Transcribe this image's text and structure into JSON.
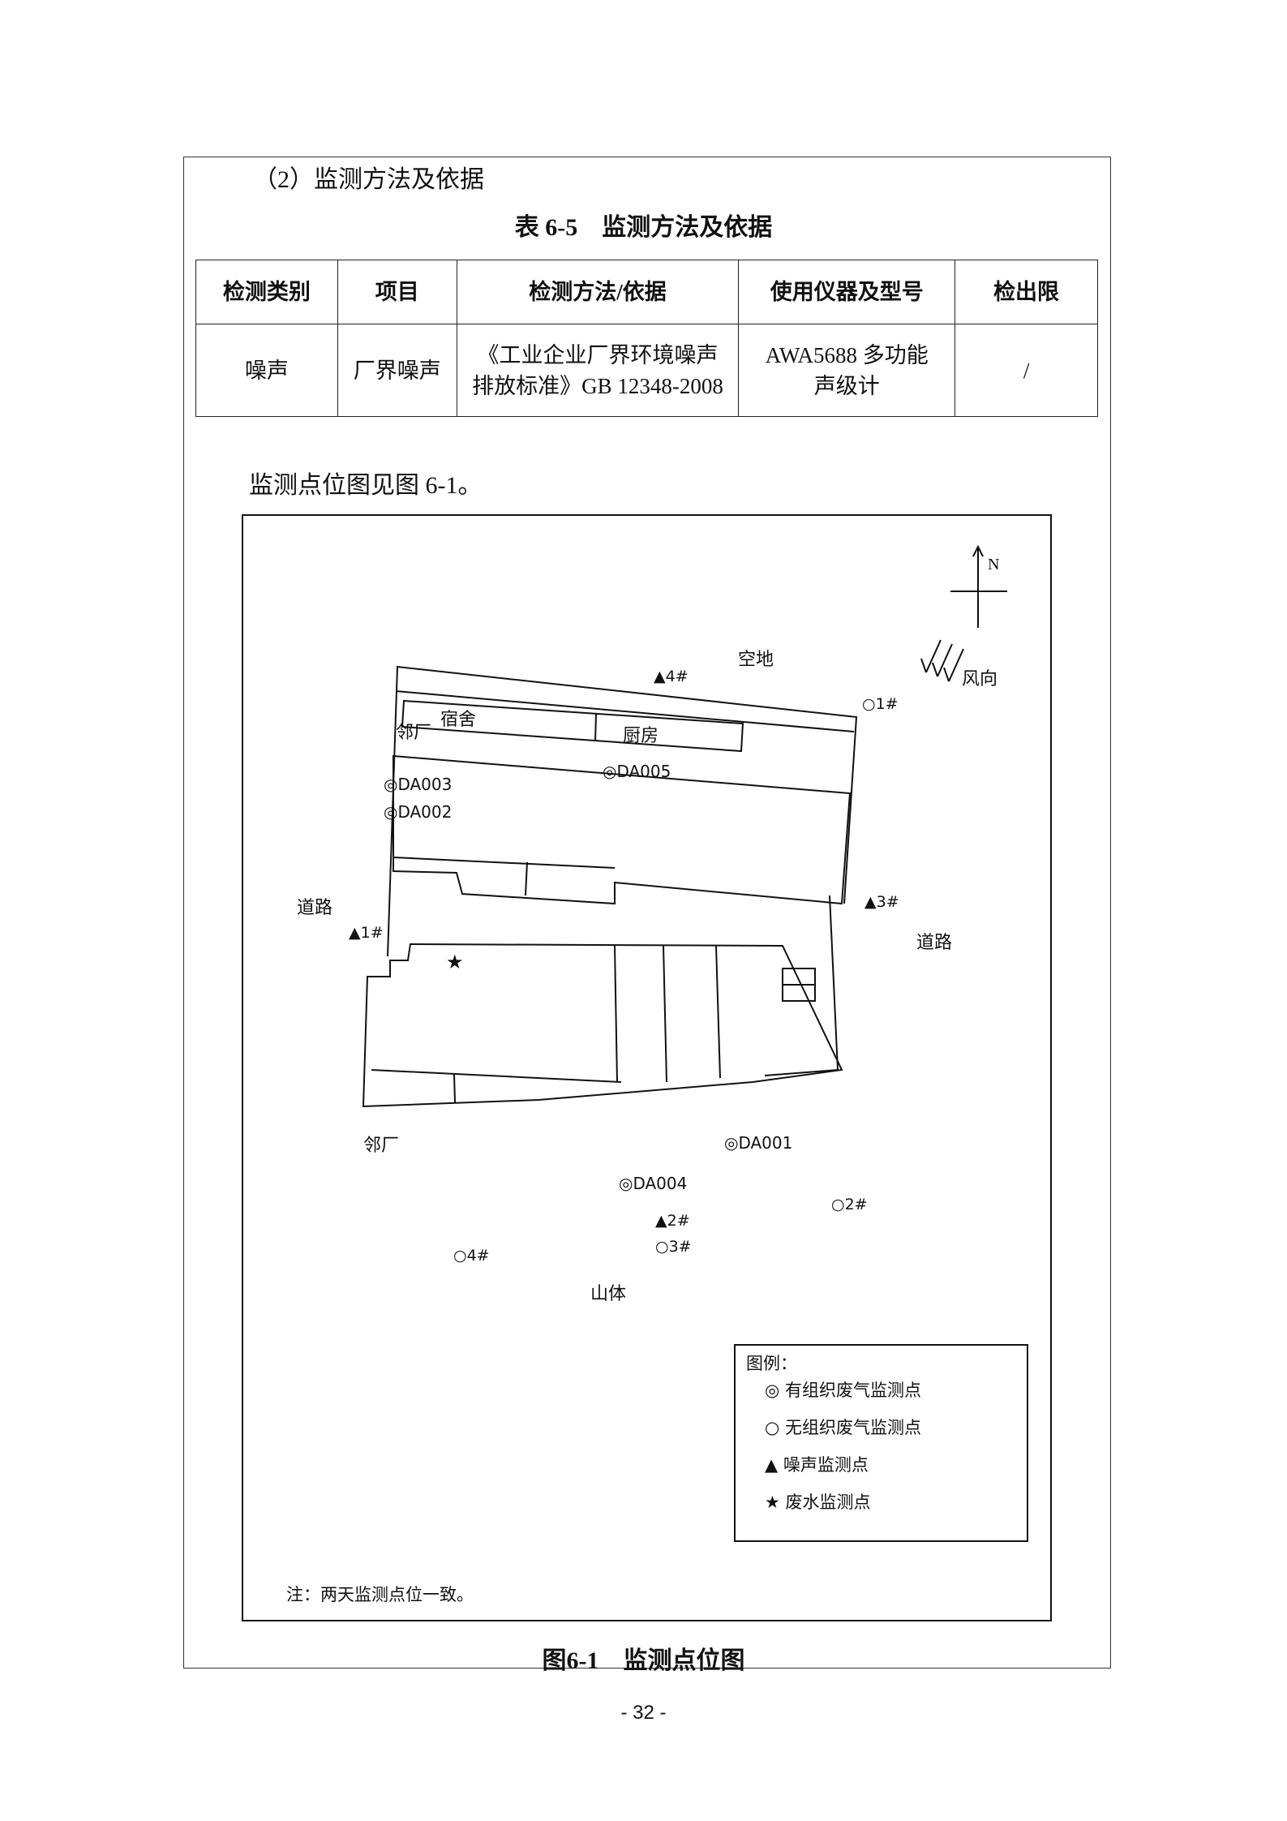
{
  "section_heading": "（2）监测方法及依据",
  "table": {
    "title": "表 6-5　监测方法及依据",
    "headers": [
      "检测类别",
      "项目",
      "检测方法/依据",
      "使用仪器及型号",
      "检出限"
    ],
    "rows": [
      {
        "category": "噪声",
        "item": "厂界噪声",
        "method_line1": "《工业企业厂界环境噪声",
        "method_line2": "排放标准》GB 12348-2008",
        "instrument_line1": "AWA5688 多功能",
        "instrument_line2": "声级计",
        "limit": "/"
      }
    ]
  },
  "intro_text": "监测点位图见图 6-1。",
  "map": {
    "north": "N",
    "wind_label": "风向",
    "areas": {
      "top": "空地",
      "left_upper": "邻厂",
      "left_lower": "邻厂",
      "left_road": "道路",
      "right_road": "道路",
      "bottom": "山体"
    },
    "rooms": {
      "dorm": "宿舍",
      "kitchen": "厨房"
    },
    "organized_points": [
      "DA003",
      "DA002",
      "DA005",
      "DA001",
      "DA004"
    ],
    "noise_points": [
      "▲4#",
      "▲3#",
      "▲1#",
      "▲2#"
    ],
    "unorganized_points": [
      "○1#",
      "○2#",
      "○3#",
      "○4#"
    ],
    "wastewater_symbol": "★",
    "legend": {
      "title": "图例：",
      "items": [
        "◎ 有组织废气监测点",
        "○ 无组织废气监测点",
        "▲ 噪声监测点",
        "★ 废水监测点"
      ]
    },
    "note": "注：两天监测点位一致。"
  },
  "figure_caption": "图6-1　监测点位图",
  "page_number": "- 32 -"
}
